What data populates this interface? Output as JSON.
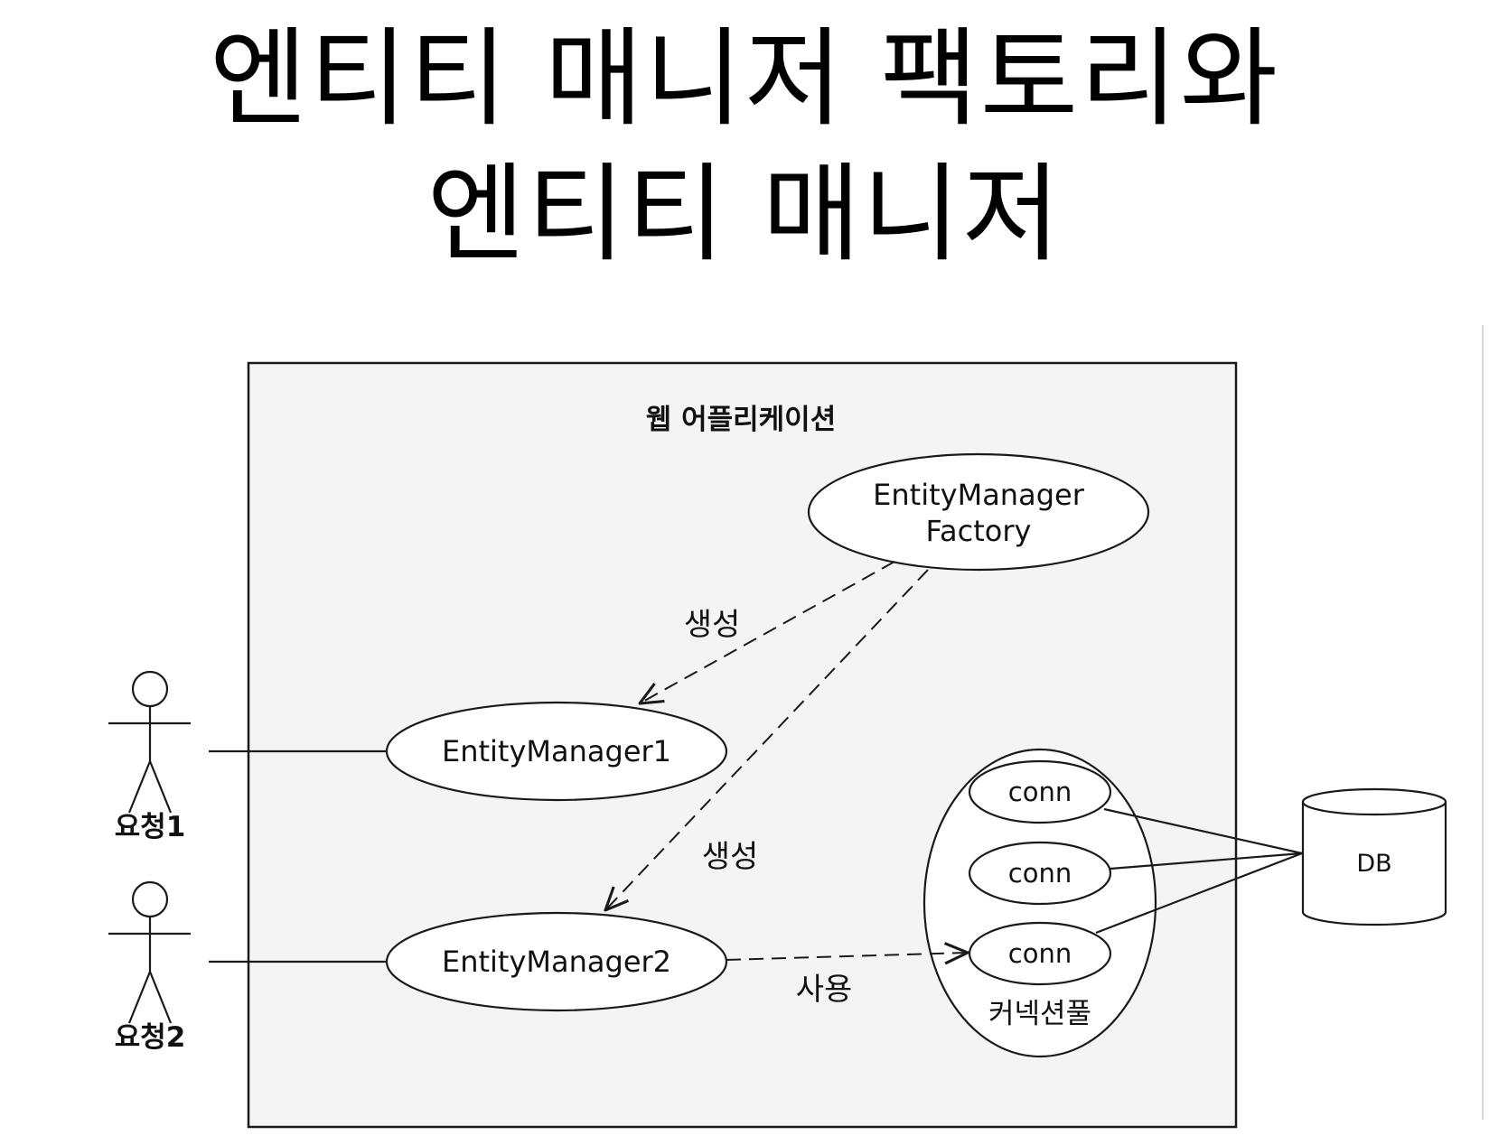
{
  "title": {
    "line1": "엔티티 매니저 팩토리와",
    "line2": "엔티티 매니저"
  },
  "diagram": {
    "container_label": "웹 어플리케이션",
    "factory": {
      "line1": "EntityManager",
      "line2": "Factory"
    },
    "em1": "EntityManager1",
    "em2": "EntityManager2",
    "pool": {
      "label": "커넥션풀",
      "connections": [
        "conn",
        "conn",
        "conn"
      ]
    },
    "db": "DB",
    "actors": [
      "요청1",
      "요청2"
    ],
    "edges": {
      "create1": "생성",
      "create2": "생성",
      "use": "사용"
    }
  },
  "colors": {
    "container_fill": "#f4f4f4",
    "stroke": "#1a1a1a",
    "background": "#ffffff"
  }
}
